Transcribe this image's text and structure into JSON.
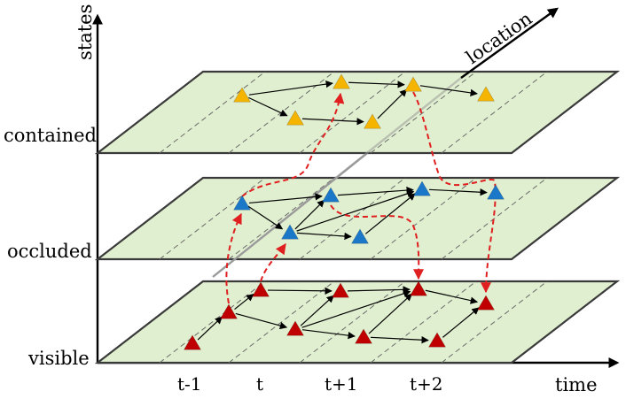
{
  "axes": {
    "y_label": "states",
    "x_label": "time",
    "depth_label": "location"
  },
  "states": [
    "contained",
    "occluded",
    "visible"
  ],
  "time_ticks": [
    "t-1",
    "t",
    "t+1",
    "t+2"
  ],
  "colors": {
    "contained": "#f5b400",
    "occluded": "#1b78c8",
    "visible": "#c00000",
    "plane_fill": "#e0efcf",
    "plane_edge": "#3a3a3a",
    "transition": "#e02020"
  }
}
